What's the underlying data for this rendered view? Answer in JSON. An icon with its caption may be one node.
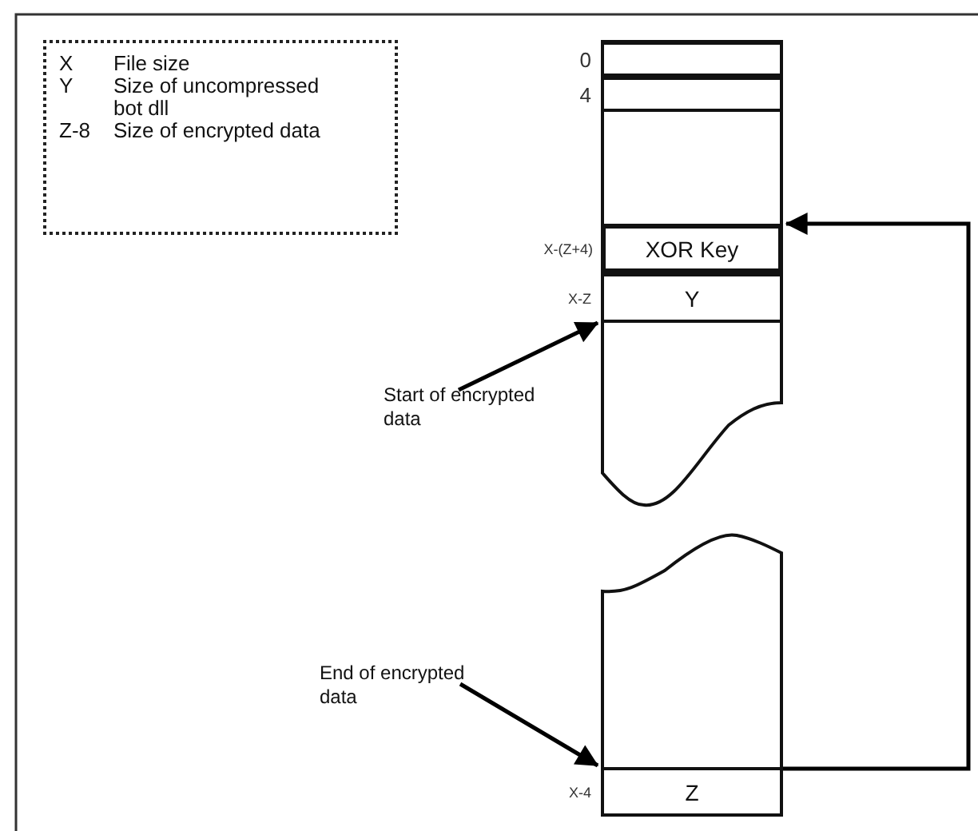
{
  "diagram": {
    "nodes": [
      {
        "text": [
          "X",
          "File size",
          "Y",
          "Size of uncompressed bot dll",
          "Z-8",
          "Size of encrypted data"
        ]
      },
      {
        "text": [],
        "shape": "box"
      },
      {
        "text": [],
        "shape": "box",
        "beside": [
          "0"
        ],
        "in": 1
      },
      {
        "text": [],
        "shape": "box",
        "beside": [
          "4"
        ],
        "in": 1
      },
      {
        "text": [
          "XOR Key"
        ],
        "beside": [
          "X-(Z+4)"
        ],
        "in": 1
      },
      {
        "text": [
          "Y"
        ],
        "beside": [
          "X-Z"
        ],
        "in": 1
      },
      {
        "text": [],
        "shape": "box"
      },
      {
        "text": [
          "Z"
        ],
        "beside": [
          "X-4"
        ]
      },
      {
        "text": [
          "Start of encrypted data"
        ]
      },
      {
        "text": [
          "End of encrypted data"
        ]
      }
    ],
    "edges": [
      {
        "from": 8,
        "to": 1,
        "arrow": "to"
      },
      {
        "from": 9,
        "to": 7,
        "arrow": "to"
      },
      {
        "from": 7,
        "to": 4,
        "arrow": "to"
      }
    ]
  }
}
